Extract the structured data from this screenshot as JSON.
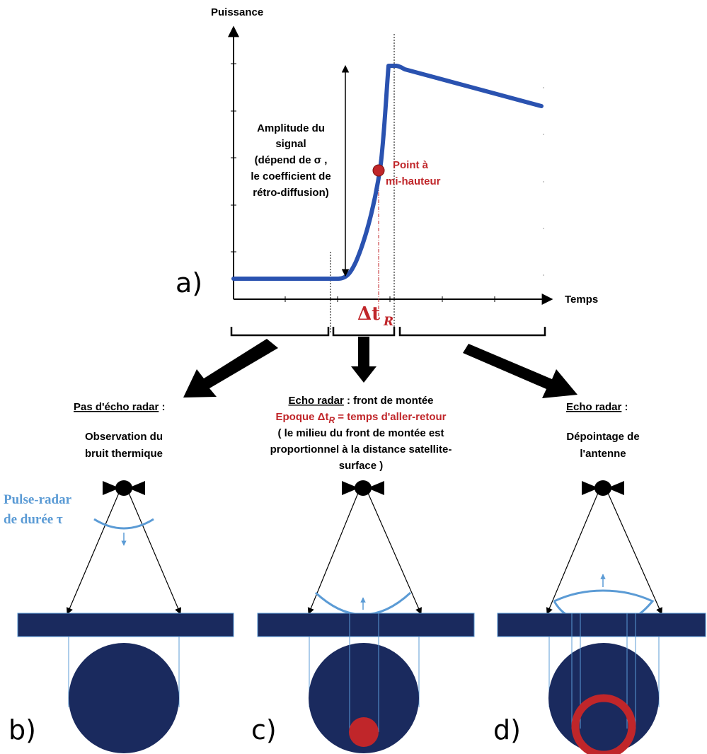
{
  "chart_data": {
    "type": "line",
    "title": "",
    "xlabel": "Temps",
    "ylabel": "Puissance",
    "series": [
      {
        "values_description_points": [
          [
            0,
            0.08
          ],
          [
            0.35,
            0.08
          ],
          [
            0.5,
            0.55
          ],
          [
            0.51,
            1.0
          ],
          [
            0.55,
            0.98
          ],
          [
            1.0,
            0.79
          ]
        ]
      }
    ],
    "panel_label": "a)",
    "annotations": {
      "amplitude": [
        "Amplitude du",
        "signal",
        "(dépend de σ ,",
        "le coefficient de",
        "rétro-diffusion)"
      ],
      "midpoint": [
        "Point à",
        "mi-hauteur"
      ],
      "delta_t": "Δt",
      "delta_t_sub": "R"
    }
  },
  "panels": [
    {
      "id": "b",
      "letter": "b)",
      "title_underlined": "Pas d'écho radar",
      "title_rest": " :",
      "lines": [
        "Observation du",
        "bruit thermique"
      ],
      "pulse_label": [
        "Pulse-radar",
        "de durée τ"
      ]
    },
    {
      "id": "c",
      "letter": "c)",
      "title_underlined": "Echo radar",
      "title_rest": " : front de montée",
      "red_line": "Epoque Δt",
      "red_sub": "R",
      "red_rest": " =  temps d'aller-retour",
      "lines": [
        "( le milieu du front de montée est",
        "proportionnel à la distance satellite-",
        "surface )"
      ]
    },
    {
      "id": "d",
      "letter": "d)",
      "title_underlined": "Echo radar",
      "title_rest": " :",
      "lines": [
        "Dépointage de",
        "l'antenne"
      ]
    }
  ],
  "colors": {
    "curve": "#2a52b0",
    "navy": "#1a2a5e",
    "red": "#c0262a",
    "light_blue": "#5b9bd5"
  }
}
